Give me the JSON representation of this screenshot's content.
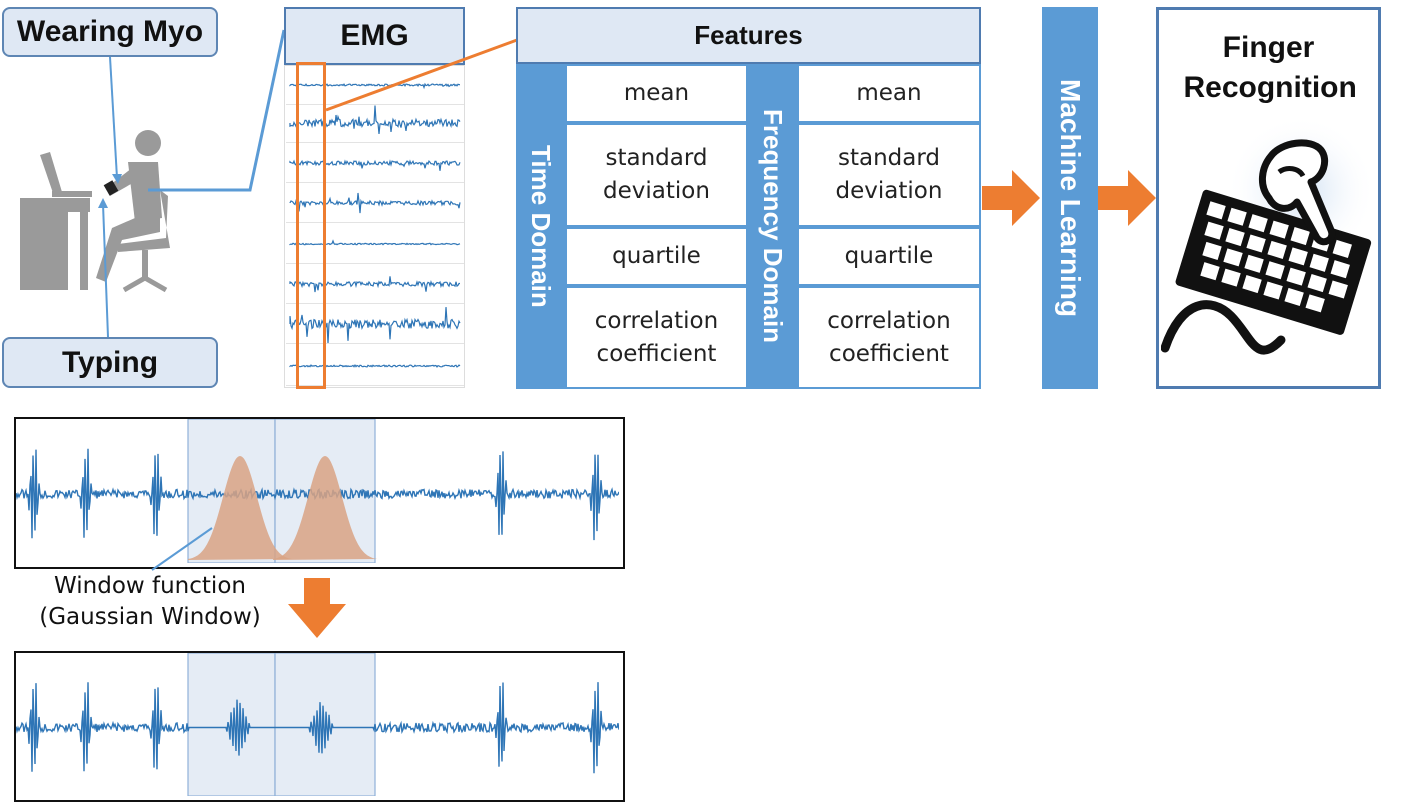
{
  "labels": {
    "wearing_myo": "Wearing Myo",
    "typing": "Typing",
    "emg": "EMG",
    "features": "Features",
    "time_domain": "Time Domain",
    "frequency_domain": "Frequency Domain",
    "machine_learning": "Machine Learning",
    "finger_recognition": "Finger Recognition"
  },
  "time_features": [
    "mean",
    "standard deviation",
    "quartile",
    "correlation coefficient"
  ],
  "frequency_features": [
    "mean",
    "standard deviation",
    "quartile",
    "correlation coefficient"
  ],
  "window_caption": {
    "line1": "Window function",
    "line2": "(Gaussian Window)"
  },
  "colors": {
    "accent_blue": "#5b9bd5",
    "header_fill": "#dfe8f4",
    "arrow_orange": "#ed7d31",
    "signal_blue": "#2e75b6",
    "gaussian_fill": "#d9a384"
  },
  "icons": {
    "person": "person-at-desk-icon",
    "finger": "finger-on-keyboard-icon"
  }
}
